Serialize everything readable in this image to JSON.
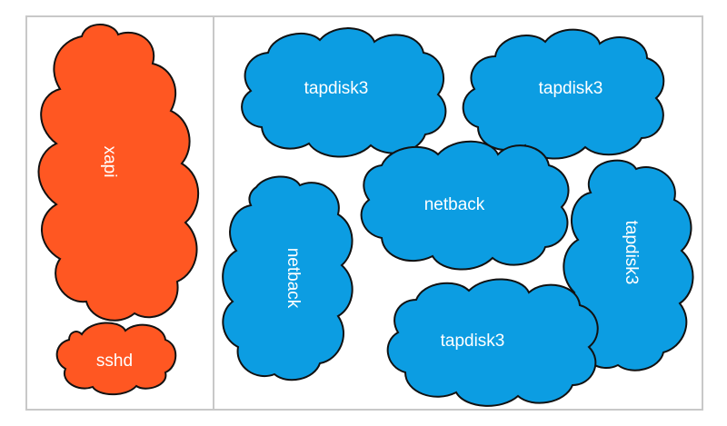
{
  "colors": {
    "orange_cloud": "#FF5722",
    "blue_cloud": "#0C9DE2",
    "outline": "#111111",
    "panel_border": "#C8C8C8"
  },
  "left_panel": {
    "clouds": [
      {
        "label": "xapi",
        "orientation": "vertical-down"
      },
      {
        "label": "sshd",
        "orientation": "horizontal"
      }
    ]
  },
  "right_panel": {
    "clouds": [
      {
        "label": "tapdisk3",
        "orientation": "horizontal"
      },
      {
        "label": "tapdisk3",
        "orientation": "horizontal"
      },
      {
        "label": "netback",
        "orientation": "horizontal"
      },
      {
        "label": "netback",
        "orientation": "vertical-down"
      },
      {
        "label": "tapdisk3",
        "orientation": "vertical-down"
      },
      {
        "label": "tapdisk3",
        "orientation": "horizontal"
      }
    ]
  }
}
